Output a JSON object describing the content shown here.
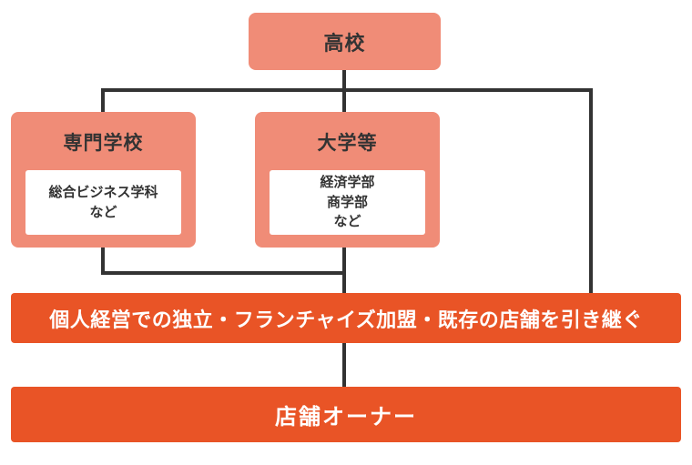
{
  "diagram": {
    "type": "flowchart",
    "top_node": {
      "label": "高校"
    },
    "branch_nodes": [
      {
        "label": "専門学校",
        "detail": "総合ビジネス学科\nなど"
      },
      {
        "label": "大学等",
        "detail": "経済学部\n商学部\nなど"
      }
    ],
    "path_bar": {
      "label": "個人経営での独立・フランチャイズ加盟・既存の店舗を引き継ぐ"
    },
    "result_bar": {
      "label": "店舗オーナー"
    }
  },
  "colors": {
    "node_fill": "#F08C77",
    "bar_fill": "#E95426",
    "connector": "#333333",
    "node_text": "#333333",
    "bar_text": "#FFFFFF",
    "detail_fill": "#FFFFFF"
  }
}
